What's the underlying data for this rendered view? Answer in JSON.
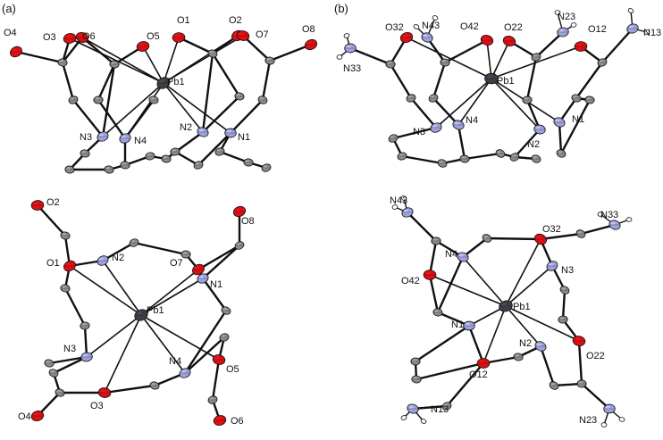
{
  "panels": [
    {
      "label": "(a)",
      "views": [
        {
          "atoms": [
            {
              "label": "Pb1",
              "element": "Pb"
            },
            {
              "label": "O1",
              "element": "O"
            },
            {
              "label": "O2",
              "element": "O"
            },
            {
              "label": "O3",
              "element": "O"
            },
            {
              "label": "O4",
              "element": "O"
            },
            {
              "label": "O5",
              "element": "O"
            },
            {
              "label": "O6",
              "element": "O"
            },
            {
              "label": "O7",
              "element": "O"
            },
            {
              "label": "O8",
              "element": "O"
            },
            {
              "label": "N1",
              "element": "N"
            },
            {
              "label": "N2",
              "element": "N"
            },
            {
              "label": "N3",
              "element": "N"
            },
            {
              "label": "N4",
              "element": "N"
            }
          ]
        },
        {
          "atoms": [
            {
              "label": "Pb1",
              "element": "Pb"
            },
            {
              "label": "O1",
              "element": "O"
            },
            {
              "label": "O2",
              "element": "O"
            },
            {
              "label": "O3",
              "element": "O"
            },
            {
              "label": "O4",
              "element": "O"
            },
            {
              "label": "O5",
              "element": "O"
            },
            {
              "label": "O6",
              "element": "O"
            },
            {
              "label": "O7",
              "element": "O"
            },
            {
              "label": "O8",
              "element": "O"
            },
            {
              "label": "N1",
              "element": "N"
            },
            {
              "label": "N2",
              "element": "N"
            },
            {
              "label": "N3",
              "element": "N"
            },
            {
              "label": "N4",
              "element": "N"
            }
          ]
        }
      ]
    },
    {
      "label": "(b)",
      "views": [
        {
          "atoms": [
            {
              "label": "Pb1",
              "element": "Pb"
            },
            {
              "label": "O12",
              "element": "O"
            },
            {
              "label": "O22",
              "element": "O"
            },
            {
              "label": "O32",
              "element": "O"
            },
            {
              "label": "O42",
              "element": "O"
            },
            {
              "label": "N1",
              "element": "N"
            },
            {
              "label": "N2",
              "element": "N"
            },
            {
              "label": "N3",
              "element": "N"
            },
            {
              "label": "N4",
              "element": "N"
            },
            {
              "label": "N13",
              "element": "N"
            },
            {
              "label": "N23",
              "element": "N"
            },
            {
              "label": "N33",
              "element": "N"
            },
            {
              "label": "N43",
              "element": "N"
            }
          ]
        },
        {
          "atoms": [
            {
              "label": "Pb1",
              "element": "Pb"
            },
            {
              "label": "O12",
              "element": "O"
            },
            {
              "label": "O22",
              "element": "O"
            },
            {
              "label": "O32",
              "element": "O"
            },
            {
              "label": "O42",
              "element": "O"
            },
            {
              "label": "N1",
              "element": "N"
            },
            {
              "label": "N2",
              "element": "N"
            },
            {
              "label": "N3",
              "element": "N"
            },
            {
              "label": "N4",
              "element": "N"
            },
            {
              "label": "N13",
              "element": "N"
            },
            {
              "label": "N23",
              "element": "N"
            },
            {
              "label": "N33",
              "element": "N"
            },
            {
              "label": "N43",
              "element": "N"
            }
          ]
        }
      ]
    }
  ],
  "colors": {
    "Pb": "#3a3f45",
    "O": "#d90f12",
    "N": "#9ea2dc",
    "C": "#8c8c8c",
    "H": "#ffffff",
    "bond": "#111111",
    "label": "#111111"
  }
}
